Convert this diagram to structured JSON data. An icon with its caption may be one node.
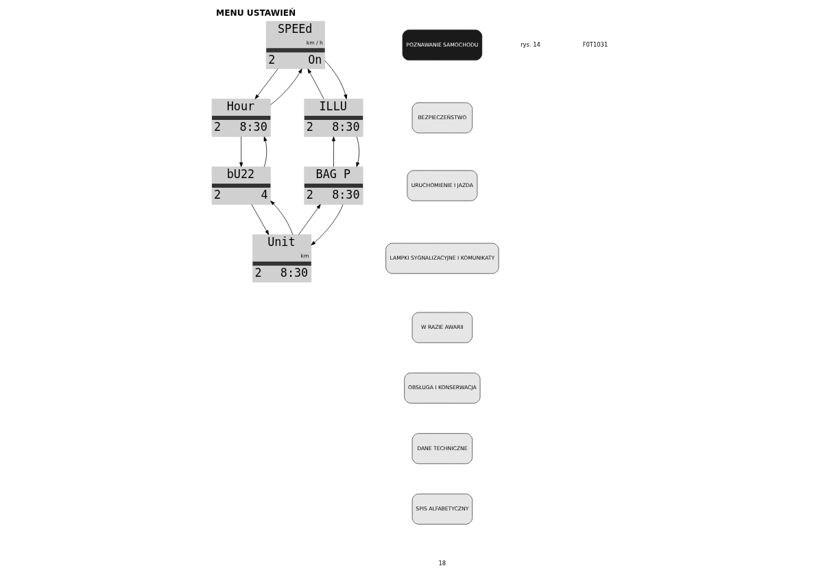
{
  "diagram": {
    "title": "MENU USTAWIEŃ",
    "nodes": [
      {
        "text": [
          "SPEEd",
          "km / h",
          "2",
          "On"
        ]
      },
      {
        "text": [
          "Hour",
          "2",
          "8:30"
        ]
      },
      {
        "text": [
          "ILLU",
          "2",
          "8:30"
        ]
      },
      {
        "text": [
          "bU22",
          "2",
          "4"
        ]
      },
      {
        "text": [
          "BAG P",
          "2",
          "8:30"
        ]
      },
      {
        "text": [
          "Unit",
          "km",
          "2",
          "8:30"
        ]
      },
      {
        "text": [
          "POZNAWANIE SAMOCHODU"
        ]
      },
      {
        "text": [
          "BEZPIECZEŃSTWO"
        ]
      },
      {
        "text": [
          "URUCHOMIENIE I JAZDA"
        ]
      },
      {
        "text": [
          "LAMPKI SYGNALIZACYJNE I KOMUNIKATY"
        ]
      },
      {
        "text": [
          "W RAZIE AWARII"
        ]
      },
      {
        "text": [
          "OBSŁUGA I KONSERWACJA"
        ]
      },
      {
        "text": [
          "DANE TECHNICZNE"
        ]
      },
      {
        "text": [
          "SPIS ALFABETYCZNY"
        ]
      }
    ],
    "edges": [
      {
        "from": 0,
        "to": 1,
        "arrow": "to"
      },
      {
        "from": 1,
        "to": 0,
        "arrow": "to"
      },
      {
        "from": 1,
        "to": 3,
        "arrow": "to"
      },
      {
        "from": 3,
        "to": 1,
        "arrow": "to"
      },
      {
        "from": 3,
        "to": 5,
        "arrow": "to"
      },
      {
        "from": 5,
        "to": 3,
        "arrow": "to"
      },
      {
        "from": 5,
        "to": 4,
        "arrow": "to"
      },
      {
        "from": 4,
        "to": 5,
        "arrow": "to"
      },
      {
        "from": 4,
        "to": 2,
        "arrow": "to"
      },
      {
        "from": 2,
        "to": 4,
        "arrow": "to"
      },
      {
        "from": 2,
        "to": 0,
        "arrow": "to"
      },
      {
        "from": 0,
        "to": 2,
        "arrow": "to"
      }
    ],
    "labels": [
      "rys. 14",
      "F0T1031",
      "18"
    ]
  }
}
